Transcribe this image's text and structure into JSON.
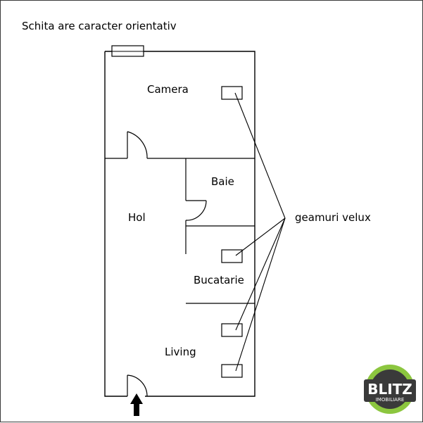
{
  "note": "Schita are caracter orientativ",
  "rooms": {
    "camera": "Camera",
    "baie": "Baie",
    "hol": "Hol",
    "bucatarie": "Bucatarie",
    "living": "Living"
  },
  "callout_label": "geamuri velux",
  "logo": {
    "brand": "BLITZ",
    "sub": "IMOBILIARE",
    "colors": {
      "ring": "#8cc63f",
      "dark": "#3a3a3a",
      "text": "#ffffff"
    }
  },
  "colors": {
    "line": "#000000",
    "frame": "#3a3a3a"
  }
}
